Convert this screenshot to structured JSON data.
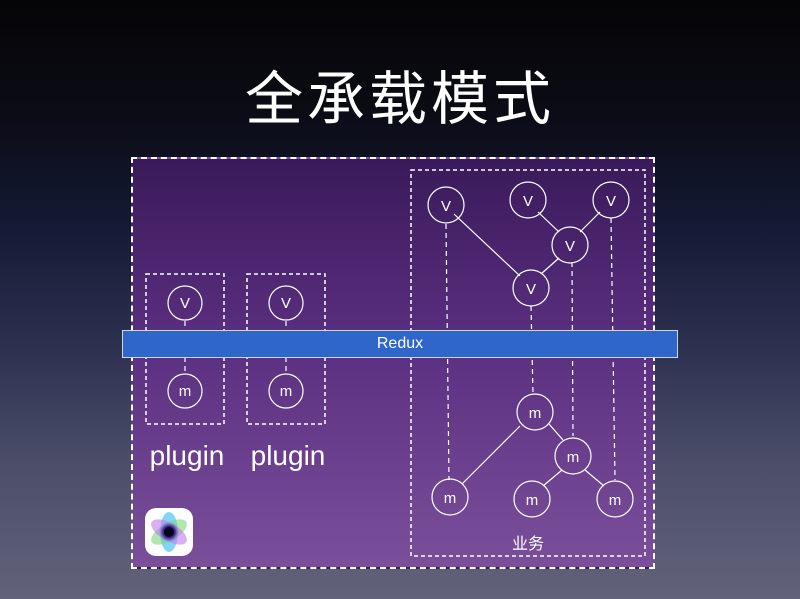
{
  "title": "全承载模式",
  "redux_label": "Redux",
  "plugins": [
    {
      "label": "plugin",
      "view_node": "V",
      "model_node": "m"
    },
    {
      "label": "plugin",
      "view_node": "V",
      "model_node": "m"
    }
  ],
  "business": {
    "label": "业务",
    "view_node": "V",
    "model_node": "m"
  },
  "colors": {
    "redux_bar": "#2f66c9",
    "panel_top": "#3a1a5a",
    "panel_bottom": "#7a4f9a"
  }
}
